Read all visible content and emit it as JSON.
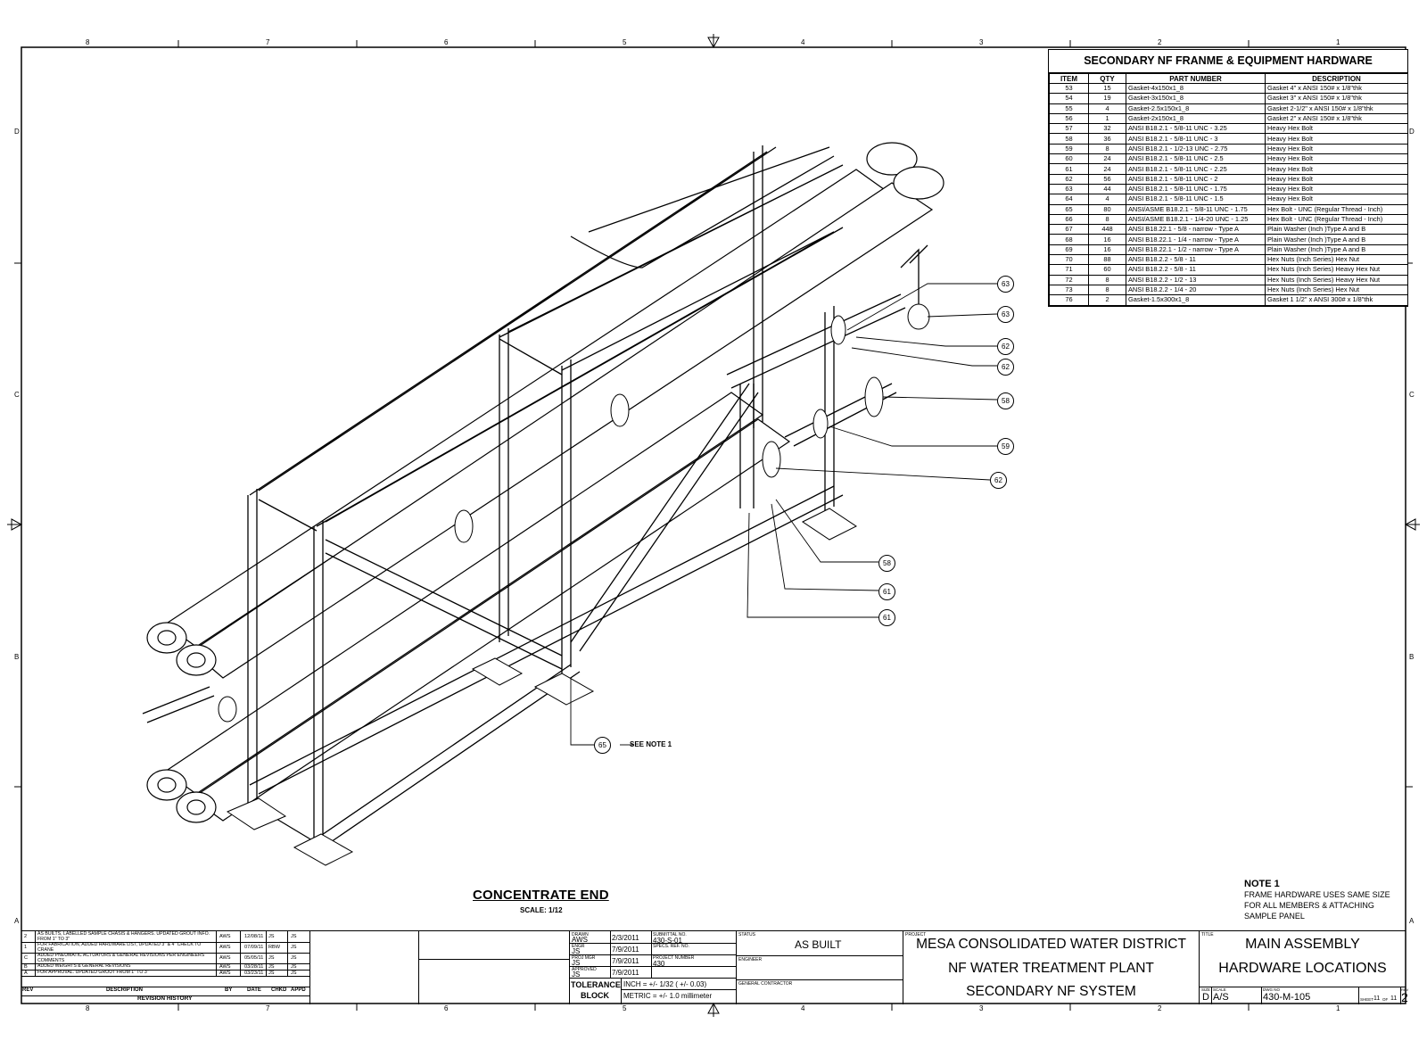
{
  "border": {
    "zone_numbers": [
      "8",
      "7",
      "6",
      "5",
      "4",
      "3",
      "2",
      "1"
    ],
    "zone_letters": [
      "D",
      "C",
      "B",
      "A"
    ]
  },
  "hardware_table": {
    "title": "SECONDARY NF FRANME & EQUIPMENT HARDWARE",
    "headers": [
      "ITEM",
      "QTY",
      "PART NUMBER",
      "DESCRIPTION"
    ],
    "rows": [
      [
        "53",
        "15",
        "Gasket-4x150x1_8",
        "Gasket 4\" x ANSI 150# x 1/8\"thk"
      ],
      [
        "54",
        "19",
        "Gasket-3x150x1_8",
        "Gasket 3\" x ANSI 150# x 1/8\"thk"
      ],
      [
        "55",
        "4",
        "Gasket-2.5x150x1_8",
        "Gasket 2-1/2\" x ANSI 150# x 1/8\"thk"
      ],
      [
        "56",
        "1",
        "Gasket-2x150x1_8",
        "Gasket 2\" x ANSI 150# x 1/8\"thk"
      ],
      [
        "57",
        "32",
        "ANSI B18.2.1 - 5/8-11 UNC - 3.25",
        "Heavy Hex Bolt"
      ],
      [
        "58",
        "36",
        "ANSI B18.2.1 - 5/8-11 UNC - 3",
        "Heavy Hex Bolt"
      ],
      [
        "59",
        "8",
        "ANSI B18.2.1 - 1/2-13 UNC - 2.75",
        "Heavy Hex Bolt"
      ],
      [
        "60",
        "24",
        "ANSI B18.2.1 - 5/8-11 UNC - 2.5",
        "Heavy Hex Bolt"
      ],
      [
        "61",
        "24",
        "ANSI B18.2.1 - 5/8-11 UNC - 2.25",
        "Heavy Hex Bolt"
      ],
      [
        "62",
        "56",
        "ANSI B18.2.1 - 5/8-11 UNC - 2",
        "Heavy Hex Bolt"
      ],
      [
        "63",
        "44",
        "ANSI B18.2.1 - 5/8-11 UNC - 1.75",
        "Heavy Hex Bolt"
      ],
      [
        "64",
        "4",
        "ANSI B18.2.1 - 5/8-11 UNC - 1.5",
        "Heavy Hex Bolt"
      ],
      [
        "65",
        "80",
        "ANSI/ASME B18.2.1 - 5/8-11 UNC - 1.75",
        "Hex Bolt - UNC (Regular Thread - Inch)"
      ],
      [
        "66",
        "8",
        "ANSI/ASME B18.2.1 - 1/4-20 UNC - 1.25",
        "Hex Bolt - UNC (Regular Thread - Inch)"
      ],
      [
        "67",
        "448",
        "ANSI B18.22.1 - 5/8 - narrow - Type A",
        "Plain Washer (Inch )Type A and B"
      ],
      [
        "68",
        "16",
        "ANSI B18.22.1 - 1/4 - narrow - Type A",
        "Plain Washer (Inch )Type A and B"
      ],
      [
        "69",
        "16",
        "ANSI B18.22.1 - 1/2 - narrow - Type A",
        "Plain Washer (Inch )Type A and B"
      ],
      [
        "70",
        "88",
        "ANSI B18.2.2 - 5/8 - 11",
        "Hex Nuts (Inch Series) Hex Nut"
      ],
      [
        "71",
        "60",
        "ANSI B18.2.2 - 5/8 - 11",
        "Hex Nuts (Inch Series) Heavy Hex Nut"
      ],
      [
        "72",
        "8",
        "ANSI B18.2.2 - 1/2 - 13",
        "Hex Nuts (Inch Series) Heavy Hex Nut"
      ],
      [
        "73",
        "8",
        "ANSI B18.2.2 - 1/4 - 20",
        "Hex Nuts (Inch Series) Hex Nut"
      ],
      [
        "76",
        "2",
        "Gasket-1.5x300x1_8",
        "Gasket 1 1/2\" x ANSI 300# x 1/8\"thk"
      ]
    ]
  },
  "balloons": [
    "63",
    "63",
    "62",
    "62",
    "58",
    "59",
    "62",
    "58",
    "61",
    "61",
    "65"
  ],
  "see_note": "SEE NOTE 1",
  "view": {
    "title": "CONCENTRATE END",
    "scale": "SCALE: 1/12"
  },
  "note": {
    "title": "NOTE 1",
    "lines": [
      "FRAME HARDWARE USES SAME SIZE",
      "FOR ALL MEMBERS & ATTACHING",
      "SAMPLE PANEL"
    ]
  },
  "revisions": {
    "rows": [
      [
        "2",
        "AS BUILTS, LABELLED SAMPLE CHASIS & HANGERS. UPDATED GROUT INFO. FROM 1\" TO 3\"",
        "AWS",
        "12/08/11",
        "JS",
        "JS"
      ],
      [
        "1",
        "FOR FABRICATION, ADDED HARDWARE LIST, UPDATED 3\" & 4\" CHECK TO CRANE",
        "AWS",
        "07/09/11",
        "RBW",
        "JS"
      ],
      [
        "C",
        "ADDED PNEUMATIC ACTUATORS & GENERAL REVISIONS PER ENGINEERS COMMENTS",
        "AWS",
        "05/05/11",
        "JS",
        "JS"
      ],
      [
        "B",
        "ADDED WEIGHTS & GENERAL REVISIONS",
        "AWS",
        "03/28/11",
        "JS",
        "JS"
      ],
      [
        "A",
        "FOR APPROVAL. UPDATED GROUT FROM 1\" TO 3\"",
        "AWS",
        "03/23/11",
        "JS",
        "JS"
      ]
    ],
    "headers": [
      "REV",
      "DESCRIPTION",
      "BY",
      "DATE",
      "CHKD",
      "APPD"
    ],
    "footer": "REVISION HISTORY"
  },
  "signoff": {
    "drawn_label": "DRAWN",
    "drawn": "AWS",
    "drawn_date": "2/3/2011",
    "engr_label": "ENGR",
    "engr": "JS",
    "engr_date": "7/9/2011",
    "projmgr_label": "PROJ MGR",
    "projmgr": "JS",
    "projmgr_date": "7/9/2011",
    "approved_label": "APPROVED",
    "approved": "JS",
    "approved_date": "7/9/2011",
    "submittal_label": "SUBMITTAL NO.",
    "submittal": "430-S-01",
    "specs_label": "SPECS. REF. NO.",
    "specs": "",
    "project_number_label": "PROJECT NUMBER",
    "project_number": "430"
  },
  "tolerance": {
    "label1": "TOLERANCE",
    "label2": "BLOCK",
    "inch": "INCH = +/- 1/32 ( +/- 0.03)",
    "metric": "METRIC = +/- 1.0 millimeter"
  },
  "status": {
    "status_label": "STATUS",
    "status": "AS BUILT",
    "engineer_label": "ENGINEER",
    "gc_label": "GENERAL CONTRACTOR"
  },
  "project": {
    "label": "PROJECT",
    "lines": [
      "MESA CONSOLIDATED WATER DISTRICT",
      "NF WATER TREATMENT PLANT",
      "SECONDARY NF SYSTEM"
    ]
  },
  "title_block": {
    "label": "TITLE",
    "lines": [
      "MAIN ASSEMBLY",
      "HARDWARE LOCATIONS"
    ],
    "size_label": "SIZE",
    "size": "D",
    "scale_label": "SCALE",
    "scale": "A/S",
    "dwg_label": "DWG NO",
    "dwg": "430-M-105",
    "sheet_label": "SHEET",
    "sheet": "11",
    "of_label": "OF",
    "of": "11",
    "rev_label": "REV",
    "rev": "2"
  }
}
